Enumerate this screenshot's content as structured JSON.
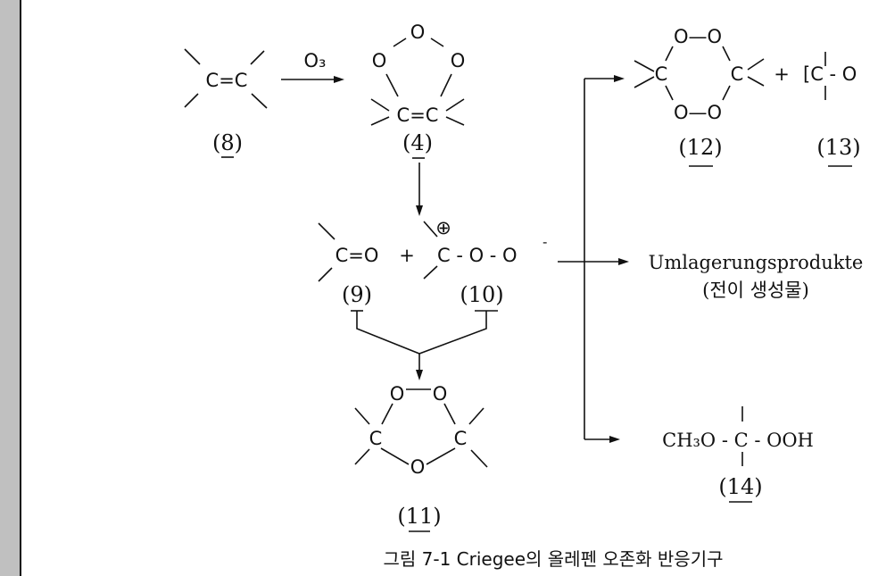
{
  "diagram": {
    "reagent": "O₃",
    "compound_8": {
      "formula": "C=C",
      "label": "(8)"
    },
    "compound_4": {
      "o_top": "O",
      "o_left": "O",
      "o_right": "O",
      "formula": "C=C",
      "label": "(4)"
    },
    "compound_9": {
      "formula": "C=O",
      "label": "(9)"
    },
    "plus": "+",
    "compound_10": {
      "formula": "C - O - O",
      "charge_minus": "-",
      "charge_plus": "⊕",
      "label": "(10)"
    },
    "compound_11": {
      "o1": "O",
      "o2": "O",
      "c1": "C",
      "c2": "C",
      "o3": "O",
      "label": "(11)"
    },
    "compound_12": {
      "top": "O—O",
      "bottom": "O—O",
      "c1": "C",
      "c2": "C",
      "label": "(12)"
    },
    "compound_13": {
      "formula": "[C - O",
      "label": "(13)"
    },
    "rearrangement": {
      "text": "Umlagerungsprodukte",
      "translation": "(전이 생성물)"
    },
    "compound_14": {
      "formula": "CH₃O - C - OOH",
      "label": "(14)"
    },
    "caption": "그림 7-1  Criegee의 올레펜 오존화 반응기구"
  }
}
